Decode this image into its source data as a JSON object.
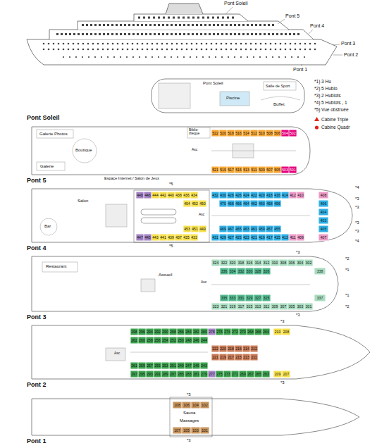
{
  "diagram": {
    "nodes": [
      {
        "text": [
          "522"
        ]
      },
      {
        "text": [
          "520"
        ]
      },
      {
        "text": [
          "518"
        ]
      },
      {
        "text": [
          "516"
        ]
      },
      {
        "text": [
          "514"
        ]
      },
      {
        "text": [
          "512"
        ]
      },
      {
        "text": [
          "510"
        ]
      },
      {
        "text": [
          "508"
        ]
      },
      {
        "text": [
          "506"
        ]
      },
      {
        "text": [
          "504"
        ]
      },
      {
        "text": [
          "502"
        ]
      },
      {
        "text": [
          "521"
        ]
      },
      {
        "text": [
          "519"
        ]
      },
      {
        "text": [
          "517"
        ]
      },
      {
        "text": [
          "515"
        ]
      },
      {
        "text": [
          "513"
        ]
      },
      {
        "text": [
          "511"
        ]
      },
      {
        "text": [
          "509"
        ]
      },
      {
        "text": [
          "507"
        ]
      },
      {
        "text": [
          "505"
        ]
      },
      {
        "text": [
          "503"
        ]
      },
      {
        "text": [
          "501"
        ]
      },
      {
        "text": [
          "448"
        ]
      },
      {
        "text": [
          "446"
        ]
      },
      {
        "text": [
          "444"
        ]
      },
      {
        "text": [
          "442"
        ]
      },
      {
        "text": [
          "440"
        ]
      },
      {
        "text": [
          "438"
        ]
      },
      {
        "text": [
          "436"
        ]
      },
      {
        "text": [
          "434"
        ]
      },
      {
        "text": [
          "432"
        ]
      },
      {
        "text": [
          "430"
        ]
      },
      {
        "text": [
          "428"
        ]
      },
      {
        "text": [
          "426"
        ]
      },
      {
        "text": [
          "424"
        ]
      },
      {
        "text": [
          "422"
        ]
      },
      {
        "text": [
          "420"
        ]
      },
      {
        "text": [
          "418"
        ]
      },
      {
        "text": [
          "416"
        ]
      },
      {
        "text": [
          "414"
        ]
      },
      {
        "text": [
          "412"
        ]
      },
      {
        "text": [
          "410"
        ]
      },
      {
        "text": [
          "454"
        ]
      },
      {
        "text": [
          "452"
        ]
      },
      {
        "text": [
          "450"
        ]
      },
      {
        "text": [
          "470"
        ]
      },
      {
        "text": [
          "468"
        ]
      },
      {
        "text": [
          "466"
        ]
      },
      {
        "text": [
          "464"
        ]
      },
      {
        "text": [
          "462"
        ]
      },
      {
        "text": [
          "460"
        ]
      },
      {
        "text": [
          "458"
        ]
      },
      {
        "text": [
          "456"
        ]
      },
      {
        "text": [
          "453"
        ]
      },
      {
        "text": [
          "451"
        ]
      },
      {
        "text": [
          "449"
        ]
      },
      {
        "text": [
          "469"
        ]
      },
      {
        "text": [
          "467"
        ]
      },
      {
        "text": [
          "465"
        ]
      },
      {
        "text": [
          "463"
        ]
      },
      {
        "text": [
          "461"
        ]
      },
      {
        "text": [
          "459"
        ]
      },
      {
        "text": [
          "457"
        ]
      },
      {
        "text": [
          "455"
        ]
      },
      {
        "text": [
          "447"
        ]
      },
      {
        "text": [
          "445"
        ]
      },
      {
        "text": [
          "443"
        ]
      },
      {
        "text": [
          "441"
        ]
      },
      {
        "text": [
          "439"
        ]
      },
      {
        "text": [
          "437"
        ]
      },
      {
        "text": [
          "435"
        ]
      },
      {
        "text": [
          "433"
        ]
      },
      {
        "text": [
          "431"
        ]
      },
      {
        "text": [
          "429"
        ]
      },
      {
        "text": [
          "427"
        ]
      },
      {
        "text": [
          "425"
        ]
      },
      {
        "text": [
          "423"
        ]
      },
      {
        "text": [
          "421"
        ]
      },
      {
        "text": [
          "419"
        ]
      },
      {
        "text": [
          "417"
        ]
      },
      {
        "text": [
          "415"
        ]
      },
      {
        "text": [
          "413"
        ]
      },
      {
        "text": [
          "411"
        ]
      },
      {
        "text": [
          "409"
        ]
      },
      {
        "text": [
          "408"
        ]
      },
      {
        "text": [
          "406"
        ]
      },
      {
        "text": [
          "404"
        ]
      },
      {
        "text": [
          "403"
        ]
      },
      {
        "text": [
          "405"
        ]
      },
      {
        "text": [
          "407"
        ]
      },
      {
        "text": [
          "324"
        ]
      },
      {
        "text": [
          "322"
        ]
      },
      {
        "text": [
          "320"
        ]
      },
      {
        "text": [
          "318"
        ]
      },
      {
        "text": [
          "316"
        ]
      },
      {
        "text": [
          "314"
        ]
      },
      {
        "text": [
          "312"
        ]
      },
      {
        "text": [
          "310"
        ]
      },
      {
        "text": [
          "308"
        ]
      },
      {
        "text": [
          "306"
        ]
      },
      {
        "text": [
          "304"
        ]
      },
      {
        "text": [
          "302"
        ]
      },
      {
        "text": [
          "336"
        ]
      },
      {
        "text": [
          "334"
        ]
      },
      {
        "text": [
          "332"
        ]
      },
      {
        "text": [
          "330"
        ]
      },
      {
        "text": [
          "328"
        ]
      },
      {
        "text": [
          "326"
        ]
      },
      {
        "text": [
          "335"
        ]
      },
      {
        "text": [
          "333"
        ]
      },
      {
        "text": [
          "331"
        ]
      },
      {
        "text": [
          "329"
        ]
      },
      {
        "text": [
          "327"
        ]
      },
      {
        "text": [
          "325"
        ]
      },
      {
        "text": [
          "323"
        ]
      },
      {
        "text": [
          "321"
        ]
      },
      {
        "text": [
          "319"
        ]
      },
      {
        "text": [
          "317"
        ]
      },
      {
        "text": [
          "315"
        ]
      },
      {
        "text": [
          "313"
        ]
      },
      {
        "text": [
          "311"
        ]
      },
      {
        "text": [
          "309"
        ]
      },
      {
        "text": [
          "307"
        ]
      },
      {
        "text": [
          "305"
        ]
      },
      {
        "text": [
          "303"
        ]
      },
      {
        "text": [
          "301"
        ]
      },
      {
        "text": [
          "338"
        ]
      },
      {
        "text": [
          "337"
        ]
      },
      {
        "text": [
          "298"
        ]
      },
      {
        "text": [
          "296"
        ]
      },
      {
        "text": [
          "294"
        ]
      },
      {
        "text": [
          "292"
        ]
      },
      {
        "text": [
          "290"
        ]
      },
      {
        "text": [
          "288"
        ]
      },
      {
        "text": [
          "286"
        ]
      },
      {
        "text": [
          "284"
        ]
      },
      {
        "text": [
          "282"
        ]
      },
      {
        "text": [
          "280"
        ]
      },
      {
        "text": [
          "278"
        ]
      },
      {
        "text": [
          "276"
        ]
      },
      {
        "text": [
          "274"
        ]
      },
      {
        "text": [
          "272"
        ]
      },
      {
        "text": [
          "270"
        ]
      },
      {
        "text": [
          "268"
        ]
      },
      {
        "text": [
          "266"
        ]
      },
      {
        "text": [
          "264"
        ]
      },
      {
        "text": [
          "210"
        ]
      },
      {
        "text": [
          "208"
        ]
      },
      {
        "text": [
          "262"
        ]
      },
      {
        "text": [
          "260"
        ]
      },
      {
        "text": [
          "258"
        ]
      },
      {
        "text": [
          "256"
        ]
      },
      {
        "text": [
          "254"
        ]
      },
      {
        "text": [
          "252"
        ]
      },
      {
        "text": [
          "250"
        ]
      },
      {
        "text": [
          "248"
        ]
      },
      {
        "text": [
          "246"
        ]
      },
      {
        "text": [
          "244"
        ]
      },
      {
        "text": [
          "222"
        ]
      },
      {
        "text": [
          "220"
        ]
      },
      {
        "text": [
          "218"
        ]
      },
      {
        "text": [
          "216"
        ]
      },
      {
        "text": [
          "214"
        ]
      },
      {
        "text": [
          "212"
        ]
      },
      {
        "text": [
          "221"
        ]
      },
      {
        "text": [
          "219"
        ]
      },
      {
        "text": [
          "217"
        ]
      },
      {
        "text": [
          "215"
        ]
      },
      {
        "text": [
          "213"
        ]
      },
      {
        "text": [
          "211"
        ]
      },
      {
        "text": [
          "261"
        ]
      },
      {
        "text": [
          "259"
        ]
      },
      {
        "text": [
          "257"
        ]
      },
      {
        "text": [
          "255"
        ]
      },
      {
        "text": [
          "253"
        ]
      },
      {
        "text": [
          "251"
        ]
      },
      {
        "text": [
          "249"
        ]
      },
      {
        "text": [
          "247"
        ]
      },
      {
        "text": [
          "245"
        ]
      },
      {
        "text": [
          "243"
        ]
      },
      {
        "text": [
          "297"
        ]
      },
      {
        "text": [
          "295"
        ]
      },
      {
        "text": [
          "293"
        ]
      },
      {
        "text": [
          "291"
        ]
      },
      {
        "text": [
          "289"
        ]
      },
      {
        "text": [
          "287"
        ]
      },
      {
        "text": [
          "285"
        ]
      },
      {
        "text": [
          "283"
        ]
      },
      {
        "text": [
          "281"
        ]
      },
      {
        "text": [
          "279"
        ]
      },
      {
        "text": [
          "277"
        ]
      },
      {
        "text": [
          "275"
        ]
      },
      {
        "text": [
          "273"
        ]
      },
      {
        "text": [
          "271"
        ]
      },
      {
        "text": [
          "269"
        ]
      },
      {
        "text": [
          "267"
        ]
      },
      {
        "text": [
          "265"
        ]
      },
      {
        "text": [
          "263"
        ]
      },
      {
        "text": [
          "209"
        ]
      },
      {
        "text": [
          "207"
        ]
      },
      {
        "text": [
          "108"
        ]
      },
      {
        "text": [
          "106"
        ]
      },
      {
        "text": [
          "104"
        ]
      },
      {
        "text": [
          "102"
        ]
      },
      {
        "text": [
          "107"
        ]
      },
      {
        "text": [
          "105"
        ]
      },
      {
        "text": [
          "103"
        ]
      },
      {
        "text": [
          "101"
        ]
      }
    ],
    "labels": [
      "Pont Soleil",
      "Pont 5",
      "Pont 4",
      "Pont 3",
      "Pont 2",
      "Pont 1",
      "*1) 3 Hu",
      "*2) 5 Hublo",
      "*3) 2 Hublots",
      "*4) 5 Hublots , 1",
      "*5) Vue obstruée",
      "Pont Soleil",
      "Salle de Sport",
      "Piscine",
      "Buffet",
      "Pont Soleil",
      "Galerie Photos",
      "Boutique",
      "Galerie",
      "Biblio-thèque",
      "Asc",
      "Espace Internet / Salon de Jeux",
      "Pont 5",
      "*5",
      "Salon",
      "Bar",
      "Asc",
      "*5",
      "*4",
      "*3",
      "*3",
      "*3",
      "*3",
      "*4",
      "Pont 4",
      "*3",
      "*2",
      "*1",
      "*1",
      "*2",
      "*3",
      "Restaurant",
      "Accueil",
      "Asc",
      "Pont 3",
      "*3",
      "Asc",
      "*3",
      "Pont 2",
      "*3",
      "Sauna",
      "Massages",
      "*3",
      "Pont 1"
    ],
    "legend": [
      {
        "text": "Cabine Triple"
      },
      {
        "text": "Cabine Quadr"
      }
    ]
  }
}
